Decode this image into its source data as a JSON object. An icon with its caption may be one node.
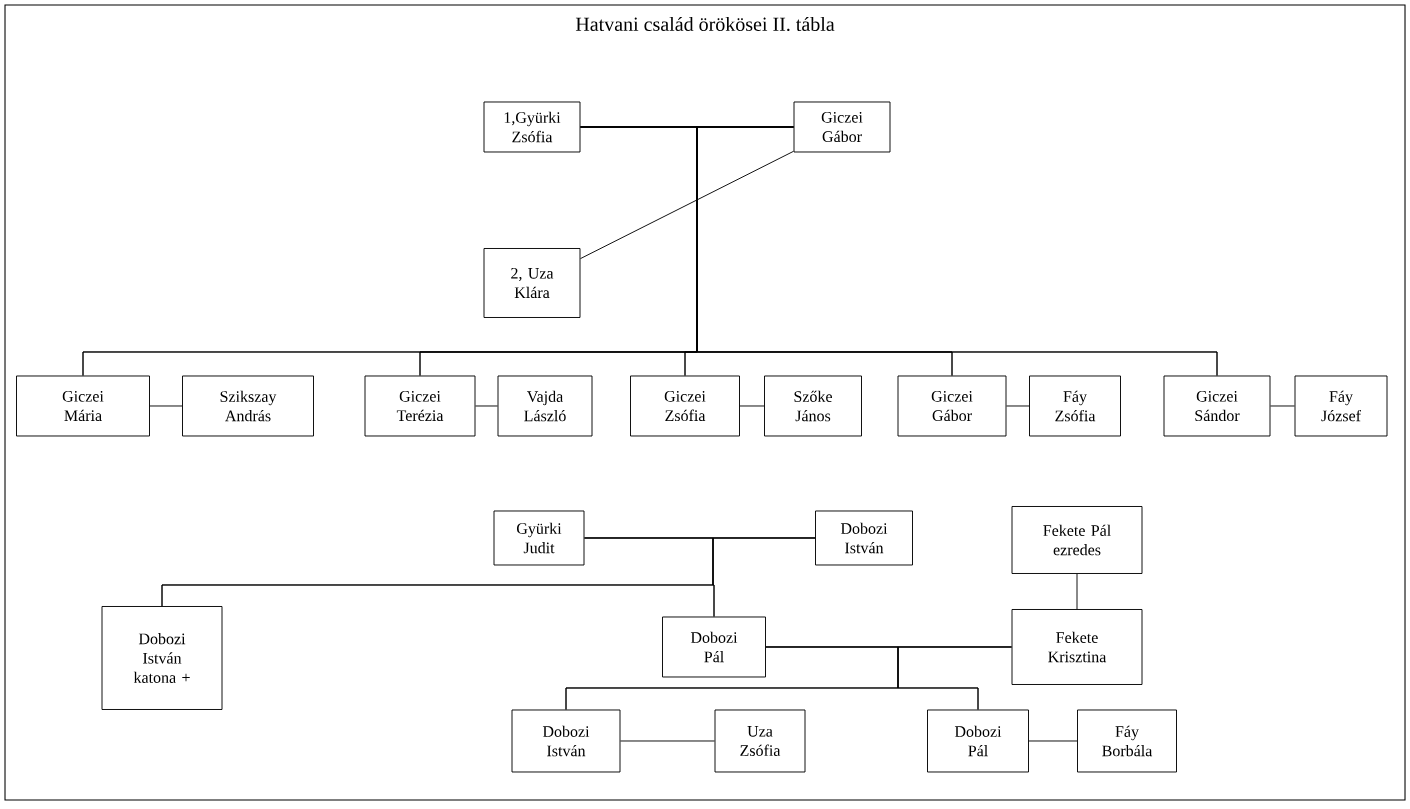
{
  "diagram": {
    "title": "Hatvani család örökösei II. tábla",
    "nodes": [
      {
        "text": [
          "1,Gyürki Zsófia"
        ]
      },
      {
        "text": [
          "Giczei Gábor"
        ]
      },
      {
        "text": [
          "2, Uza Klára"
        ]
      },
      {
        "text": [
          "Giczei Mária"
        ]
      },
      {
        "text": [
          "Szikszay András"
        ]
      },
      {
        "text": [
          "Giczei Terézia"
        ]
      },
      {
        "text": [
          "Vajda László"
        ]
      },
      {
        "text": [
          "Giczei Zsófia"
        ]
      },
      {
        "text": [
          "Szőke János"
        ]
      },
      {
        "text": [
          "Giczei Gábor"
        ]
      },
      {
        "text": [
          "Fáy Zsófia"
        ]
      },
      {
        "text": [
          "Giczei Sándor"
        ]
      },
      {
        "text": [
          "Fáy József"
        ]
      },
      {
        "text": [
          "Gyürki Judit"
        ]
      },
      {
        "text": [
          "Dobozi István"
        ]
      },
      {
        "text": [
          "Fekete Pál ezredes"
        ]
      },
      {
        "text": [
          "Dobozi István katona +"
        ]
      },
      {
        "text": [
          "Dobozi Pál"
        ]
      },
      {
        "text": [
          "Fekete Krisztina"
        ]
      },
      {
        "text": [
          "Dobozi István"
        ]
      },
      {
        "text": [
          "Uza Zsófia"
        ]
      },
      {
        "text": [
          "Dobozi Pál"
        ]
      },
      {
        "text": [
          "Fáy Borbála"
        ]
      }
    ],
    "edges": [
      {
        "from": 0,
        "to": 1,
        "arrow": "none"
      },
      {
        "from": 2,
        "to": 1,
        "arrow": "none"
      },
      {
        "from": 0,
        "to": 3,
        "arrow": "none"
      },
      {
        "from": 1,
        "to": 3,
        "arrow": "none"
      },
      {
        "from": 0,
        "to": 5,
        "arrow": "none"
      },
      {
        "from": 1,
        "to": 5,
        "arrow": "none"
      },
      {
        "from": 0,
        "to": 7,
        "arrow": "none"
      },
      {
        "from": 1,
        "to": 7,
        "arrow": "none"
      },
      {
        "from": 0,
        "to": 9,
        "arrow": "none"
      },
      {
        "from": 1,
        "to": 9,
        "arrow": "none"
      },
      {
        "from": 0,
        "to": 11,
        "arrow": "none"
      },
      {
        "from": 1,
        "to": 11,
        "arrow": "none"
      },
      {
        "from": 3,
        "to": 4,
        "arrow": "none"
      },
      {
        "from": 5,
        "to": 6,
        "arrow": "none"
      },
      {
        "from": 7,
        "to": 8,
        "arrow": "none"
      },
      {
        "from": 9,
        "to": 10,
        "arrow": "none"
      },
      {
        "from": 11,
        "to": 12,
        "arrow": "none"
      },
      {
        "from": 13,
        "to": 14,
        "arrow": "none"
      },
      {
        "from": 13,
        "to": 16,
        "arrow": "none"
      },
      {
        "from": 14,
        "to": 16,
        "arrow": "none"
      },
      {
        "from": 13,
        "to": 17,
        "arrow": "none"
      },
      {
        "from": 14,
        "to": 17,
        "arrow": "none"
      },
      {
        "from": 15,
        "to": 18,
        "arrow": "none"
      },
      {
        "from": 17,
        "to": 18,
        "arrow": "none"
      },
      {
        "from": 17,
        "to": 19,
        "arrow": "none"
      },
      {
        "from": 18,
        "to": 19,
        "arrow": "none"
      },
      {
        "from": 17,
        "to": 21,
        "arrow": "none"
      },
      {
        "from": 18,
        "to": 21,
        "arrow": "none"
      },
      {
        "from": 19,
        "to": 20,
        "arrow": "none"
      },
      {
        "from": 21,
        "to": 22,
        "arrow": "none"
      }
    ]
  }
}
